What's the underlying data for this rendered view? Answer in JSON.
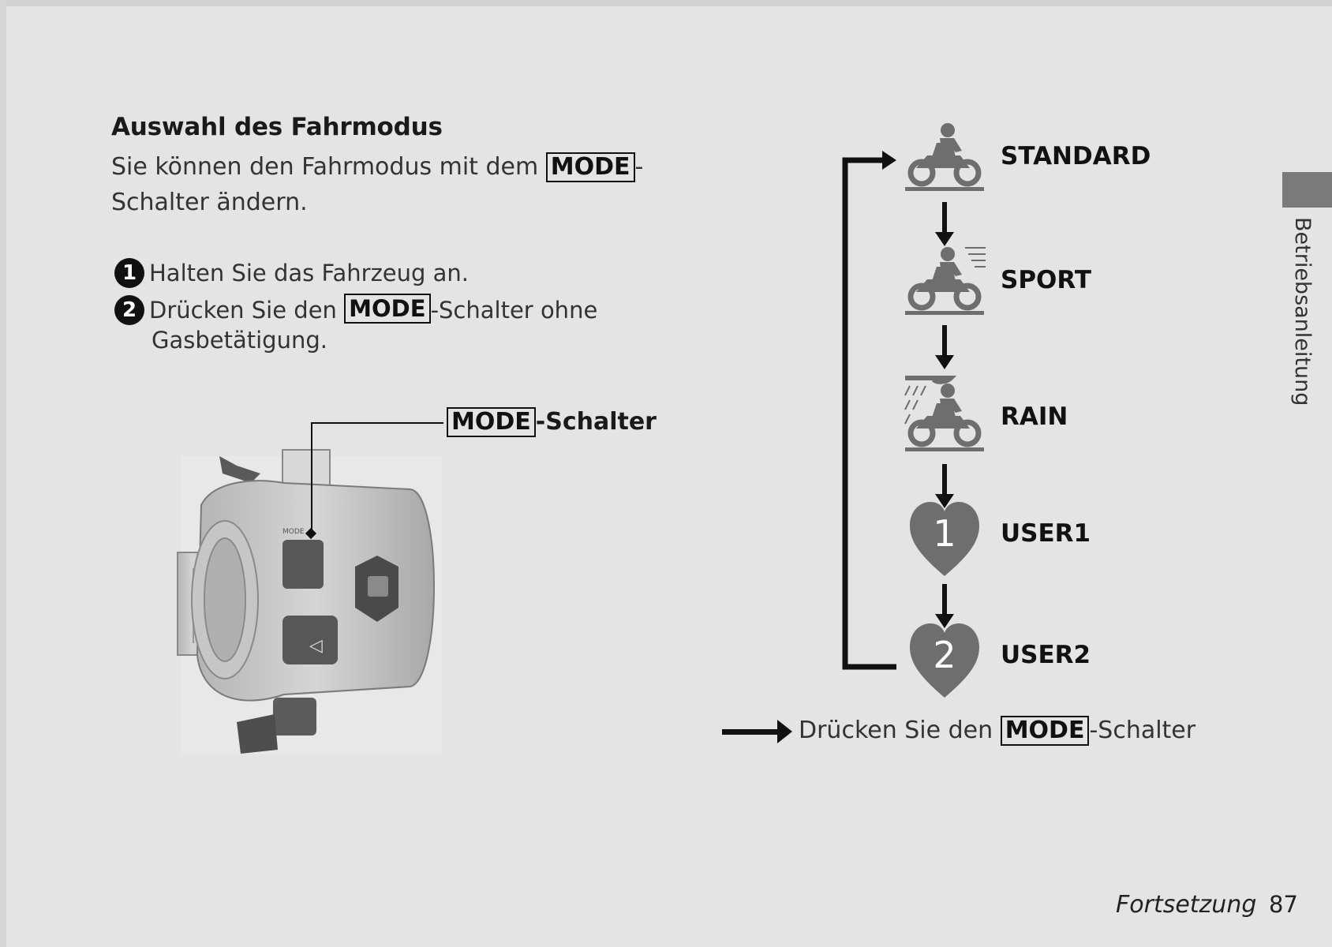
{
  "heading": "Auswahl des Fahrmodus",
  "intro": {
    "before": "Sie können den Fahrmodus mit dem ",
    "key": "MODE",
    "after": "-Schalter ändern."
  },
  "steps": [
    {
      "number": "1",
      "text": "Halten Sie das Fahrzeug an."
    },
    {
      "number": "2",
      "before": "Drücken Sie den ",
      "key": "MODE",
      "after": "-Schalter ohne",
      "continuation": "Gasbetätigung."
    }
  ],
  "callout": {
    "key": "MODE",
    "after": "-Schalter"
  },
  "modes": [
    {
      "label": "STANDARD",
      "icon": "motorcycle-standard-icon"
    },
    {
      "label": "SPORT",
      "icon": "motorcycle-sport-icon"
    },
    {
      "label": "RAIN",
      "icon": "motorcycle-rain-icon"
    },
    {
      "label": "USER1",
      "icon": "heart-1-icon",
      "glyph": "1"
    },
    {
      "label": "USER2",
      "icon": "heart-2-icon",
      "glyph": "2"
    }
  ],
  "legend": {
    "before": "Drücken Sie den ",
    "key": "MODE",
    "after": "-Schalter"
  },
  "side_label": "Betriebsanleitung",
  "footer": {
    "continuation": "Fortsetzung",
    "page": "87"
  },
  "colors": {
    "background": "#e4e4e4",
    "icon_gray": "#6e6e6e",
    "text": "#1a1a1a"
  }
}
